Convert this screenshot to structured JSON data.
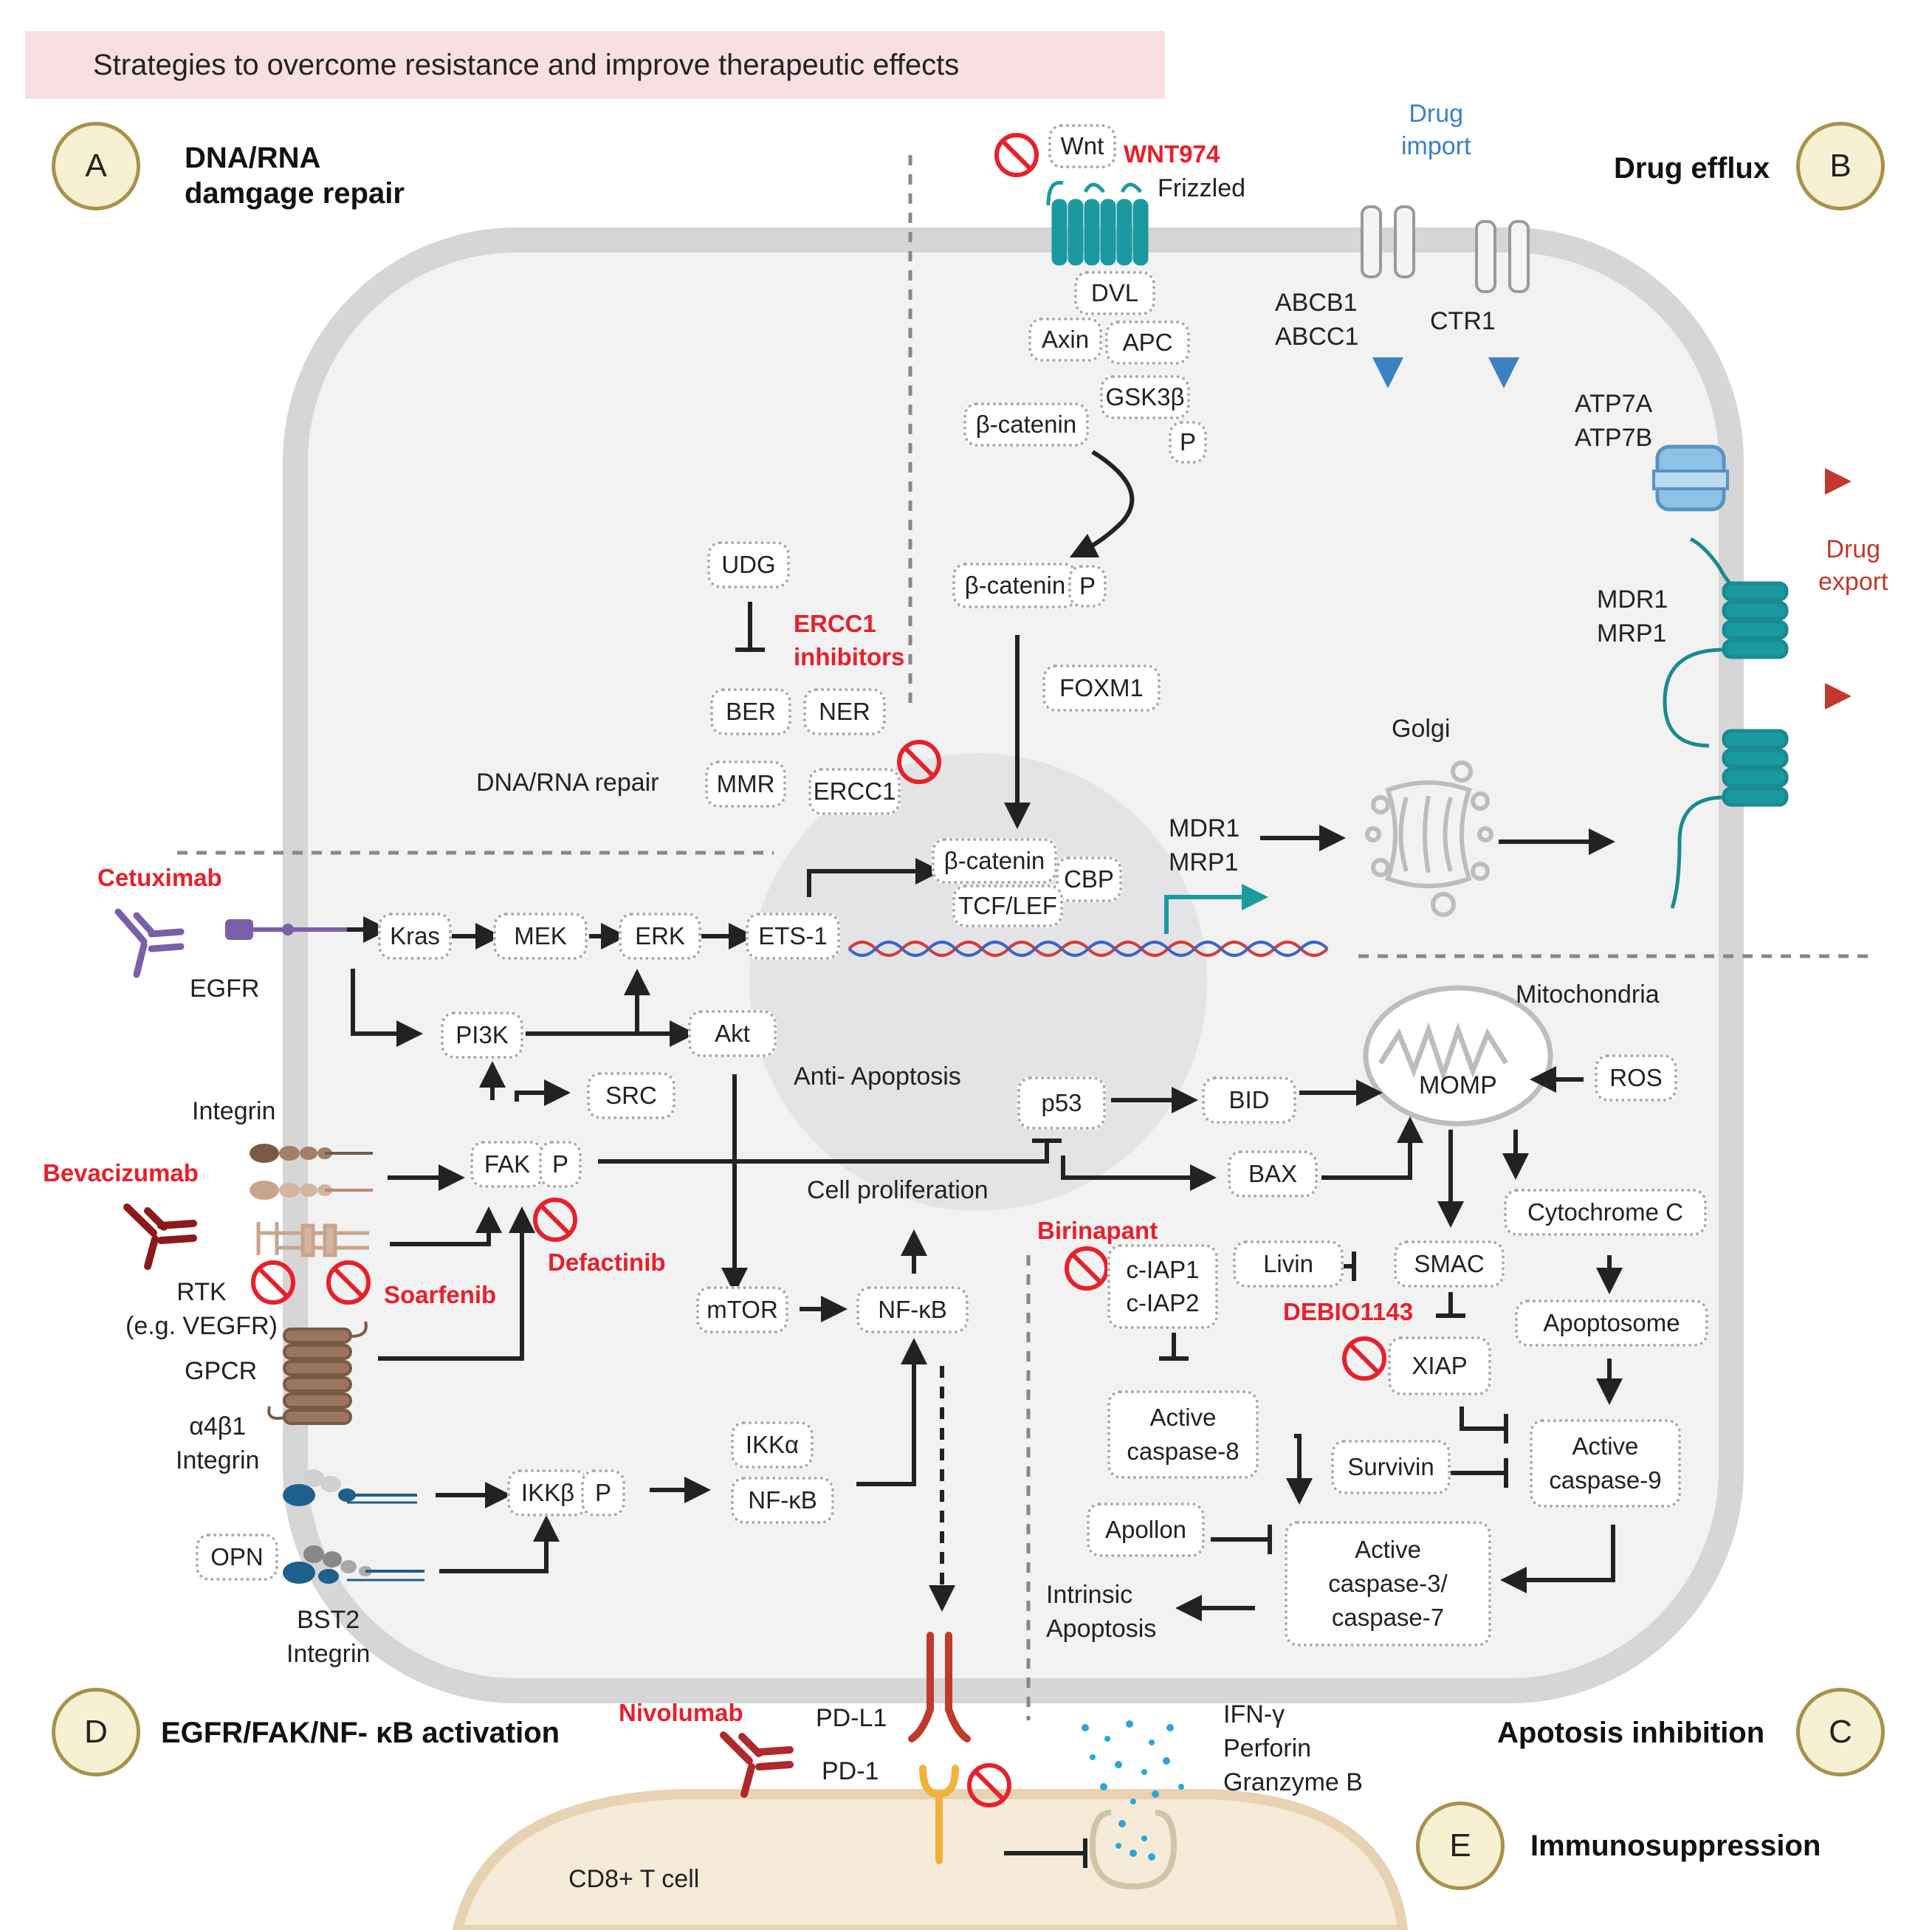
{
  "title": "Strategies to overcome resistance and improve therapeutic effects",
  "sections": {
    "a": {
      "letter": "A",
      "label": "DNA/RNA\ndamgage repair"
    },
    "b": {
      "letter": "B",
      "label": "Drug efflux"
    },
    "c": {
      "letter": "C",
      "label": "Apotosis inhibition"
    },
    "d": {
      "letter": "D",
      "label": "EGFR/FAK/NF- κB activation"
    },
    "e": {
      "letter": "E",
      "label": "Immunosuppression"
    }
  },
  "drugs": {
    "cetuximab": "Cetuximab",
    "bevacizumab": "Bevacizumab",
    "defactinib": "Defactinib",
    "soarfenib": "Soarfenib",
    "wnt974": "WNT974",
    "ercc1_inhibitors": "ERCC1\ninhibitors",
    "birinapant": "Birinapant",
    "debio1143": "DEBIO1143",
    "nivolumab": "Nivolumab"
  },
  "labels": {
    "frizzled": "Frizzled",
    "drug_import": "Drug\nimport",
    "drug_export": "Drug\nexport",
    "abcb1": "ABCB1\nABCC1",
    "ctr1": "CTR1",
    "atp7": "ATP7A\nATP7B",
    "mdr1_membrane": "MDR1\nMRP1",
    "mdr1_nucleus": "MDR1\nMRP1",
    "golgi": "Golgi",
    "dna_rna_repair": "DNA/RNA repair",
    "egfr": "EGFR",
    "integrin": "Integrin",
    "rtk": "RTK\n(e.g. VEGFR)",
    "gpcr": "GPCR",
    "a4b1": "α4β1\nIntegrin",
    "bst2": "BST2\nIntegrin",
    "anti_apoptosis": "Anti- Apoptosis",
    "cell_proliferation": "Cell proliferation",
    "mitochondria": "Mitochondria",
    "intrinsic_apoptosis": "Intrinsic\nApoptosis",
    "pd_l1": "PD-L1",
    "pd_1": "PD-1",
    "cytokines": "IFN-γ\nPerforin\nGranzyme B",
    "cd8": "CD8+  T cell"
  },
  "nodes": {
    "wnt": "Wnt",
    "dvl": "DVL",
    "axin": "Axin",
    "apc": "APC",
    "gsk3b": "GSK3β",
    "bcat1": "β-catenin",
    "p1": "P",
    "bcat2": "β-catenin",
    "p2": "P",
    "foxm1": "FOXM1",
    "udg": "UDG",
    "ber": "BER",
    "ner": "NER",
    "mmr": "MMR",
    "ercc1": "ERCC1",
    "bcat3": "β-catenin",
    "cbp": "CBP",
    "tcflef": "TCF/LEF",
    "kras": "Kras",
    "mek": "MEK",
    "erk": "ERK",
    "ets1": "ETS-1",
    "pi3k": "PI3K",
    "akt": "Akt",
    "src": "SRC",
    "fak": "FAK",
    "p3": "P",
    "mtor": "mTOR",
    "nfkb1": "NF-κB",
    "ikkb": "IKKβ",
    "p4": "P",
    "ikka": "IKKα",
    "nfkb2": "NF-κB",
    "opn": "OPN",
    "p53": "p53",
    "bid": "BID",
    "bax": "BAX",
    "ros": "ROS",
    "momp": "MOMP",
    "cytc": "Cytochrome C",
    "apoptosome": "Apoptosome",
    "ciap": "c-IAP1\nc-IAP2",
    "livin": "Livin",
    "smac": "SMAC",
    "xiap": "XIAP",
    "casp8": "Active\ncaspase-8",
    "survivin": "Survivin",
    "casp9": "Active\ncaspase-9",
    "apollon": "Apollon",
    "casp37": "Active\ncaspase-3/\ncaspase-7"
  },
  "colors": {
    "drug_red": "#e8202a",
    "banner_pink": "#f8dfe3",
    "cell_gray": "#f2f2f2",
    "membrane_gray": "#d6d6d6",
    "nucleus_gray": "#e4e4e6",
    "import_blue": "#3a82c4",
    "export_red": "#c0392b",
    "teal": "#1a9aa0",
    "badge_fill": "#f7f1d3",
    "badge_border": "#a9914a"
  }
}
